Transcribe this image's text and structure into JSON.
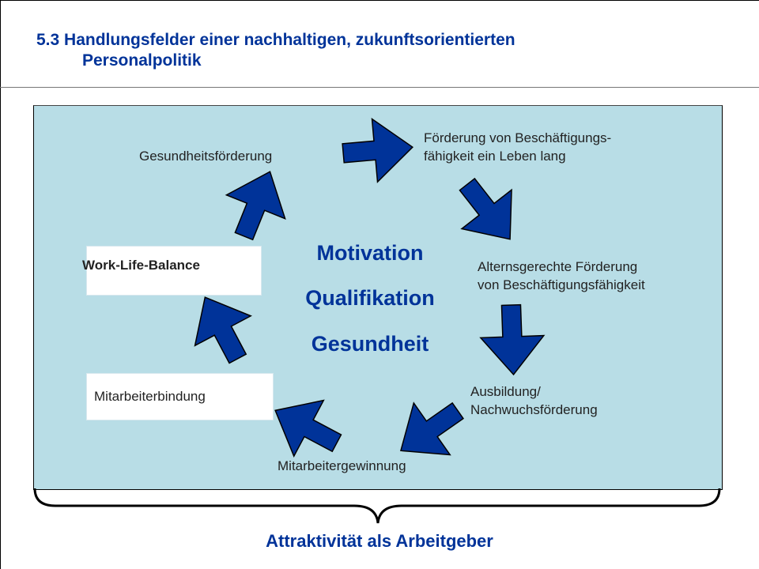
{
  "title": {
    "line1": "5.3  Handlungsfelder einer nachhaltigen, zukunftsorientierten",
    "line2": "Personalpolitik"
  },
  "fields": {
    "gesundheitsfoerderung": "Gesundheitsförderung",
    "beschaeftigung_line1": "Förderung von Beschäftigungs-",
    "beschaeftigung_line2": "fähigkeit ein Leben lang",
    "alternsgerecht_line1": "Alternsgerechte Förderung",
    "alternsgerecht_line2": "von Beschäftigungsfähigkeit",
    "ausbildung_line1": "Ausbildung/",
    "ausbildung_line2": "Nachwuchsförderung",
    "mitarbeitergewinnung": "Mitarbeitergewinnung",
    "mitarbeiterbindung": "Mitarbeiterbindung",
    "work_life_balance": "Work-Life-Balance"
  },
  "center": {
    "word1": "Motivation",
    "word2": "Qualifikation",
    "word3": "Gesundheit"
  },
  "bottom_label": "Attraktivität als Arbeitgeber",
  "colors": {
    "title": "#003399",
    "panel": "#b8dde6",
    "arrow": "#003399"
  }
}
